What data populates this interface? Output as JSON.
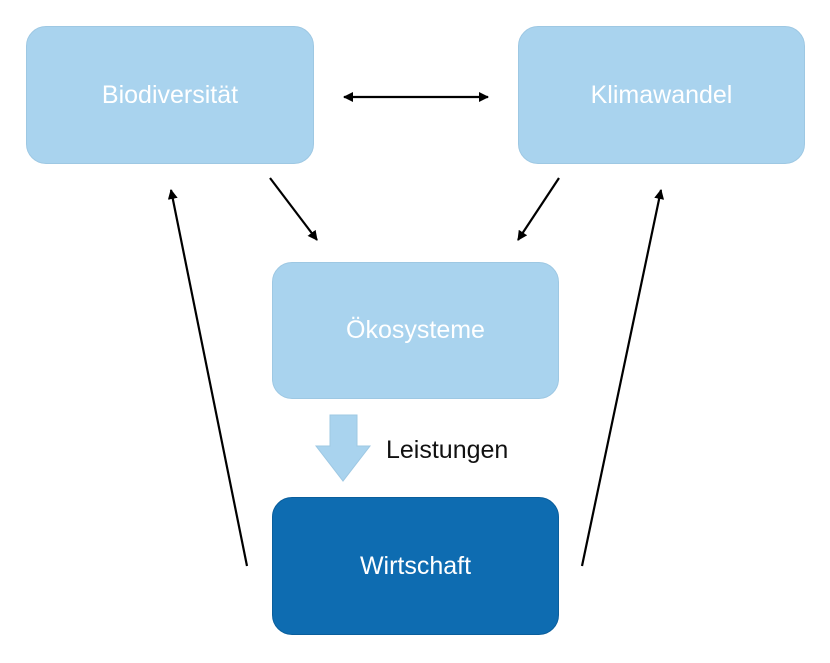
{
  "diagram": {
    "nodes": {
      "biodiversitaet": "Biodiversität",
      "klimawandel": "Klimawandel",
      "oekosysteme": "Ökosysteme",
      "wirtschaft": "Wirtschaft"
    },
    "edge_labels": {
      "services": "Leistungen"
    },
    "colors": {
      "light_box": "#a9d3ee",
      "dark_box": "#0e6cb1",
      "box_text": "#ffffff",
      "arrow": "#000000",
      "block_arrow": "#a9d3ee"
    }
  }
}
